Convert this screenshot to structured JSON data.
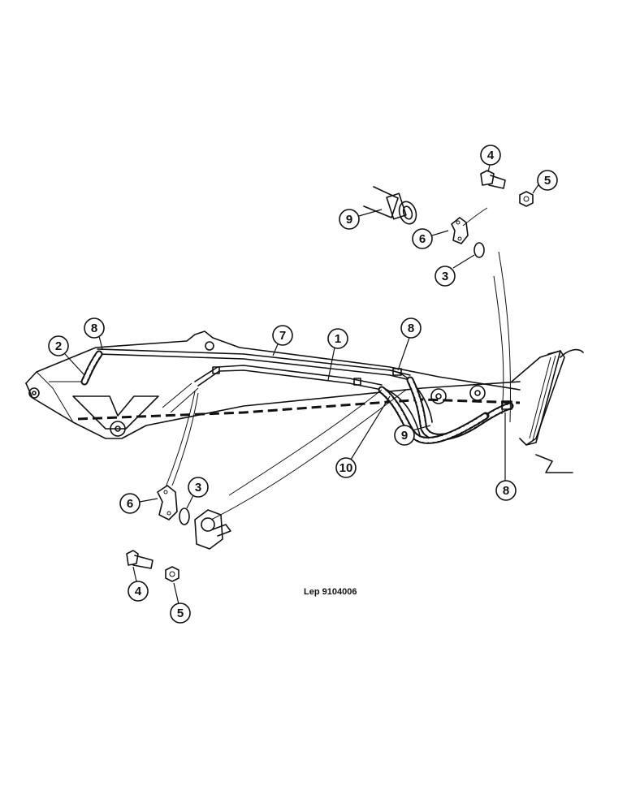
{
  "reference": "Lep 9104006",
  "callouts": [
    {
      "label": "4"
    },
    {
      "label": "5"
    },
    {
      "label": "9"
    },
    {
      "label": "6"
    },
    {
      "label": "3"
    },
    {
      "label": "2"
    },
    {
      "label": "8"
    },
    {
      "label": "7"
    },
    {
      "label": "1"
    },
    {
      "label": "8"
    },
    {
      "label": "9"
    },
    {
      "label": "10"
    },
    {
      "label": "8"
    },
    {
      "label": "6"
    },
    {
      "label": "3"
    },
    {
      "label": "4"
    },
    {
      "label": "5"
    }
  ]
}
